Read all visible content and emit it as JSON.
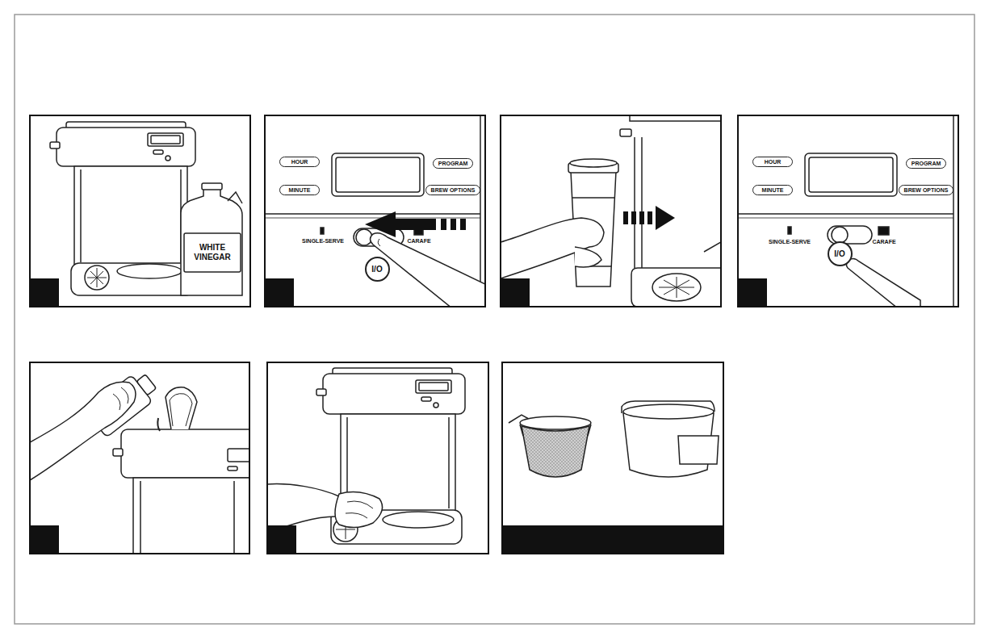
{
  "diagram": {
    "nodes": [
      {
        "text": [
          "HOUR"
        ]
      },
      {
        "text": [
          "MINUTE"
        ]
      },
      {
        "text": [
          "PROGRAM"
        ]
      },
      {
        "text": [
          "BREW OPTIONS"
        ]
      },
      {
        "text": [
          "I/O"
        ]
      },
      {
        "text": [
          "HOUR"
        ]
      },
      {
        "text": [
          "MINUTE"
        ]
      },
      {
        "text": [
          "PROGRAM"
        ]
      },
      {
        "text": [
          "BREW OPTIONS"
        ]
      },
      {
        "text": [
          "I/O"
        ]
      }
    ],
    "labels": [
      "WHITE VINEGAR",
      "SINGLE-SERVE",
      "CARAFE",
      "SINGLE-SERVE",
      "CARAFE"
    ]
  }
}
